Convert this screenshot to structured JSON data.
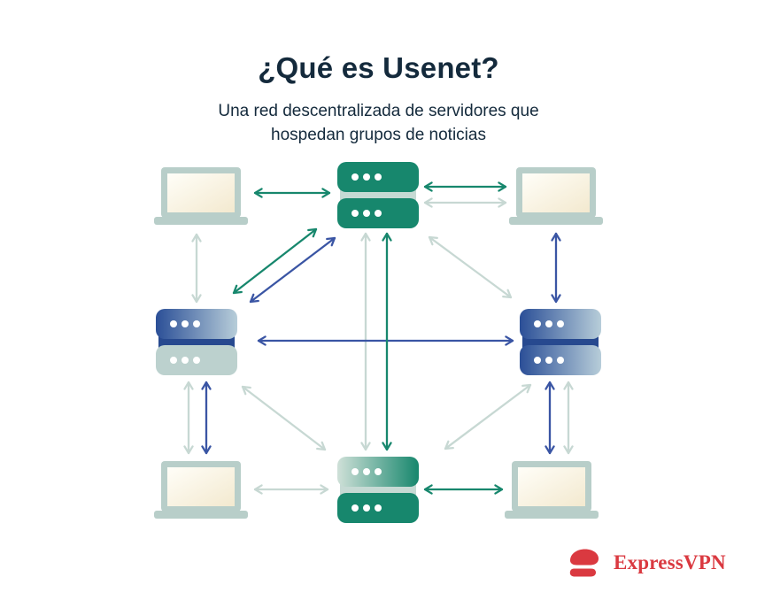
{
  "header": {
    "title": "¿Qué es Usenet?",
    "subtitle": "Una red descentralizada de servidores que hospedan grupos de noticias"
  },
  "footer": {
    "brand": "ExpressVPN"
  },
  "colors": {
    "title_text": "#142A3C",
    "green": "#17876D",
    "blue": "#3A55A4",
    "navy_band": "#27498F",
    "light_arrow": "#C7D8D3",
    "sage": "#B8CEC9",
    "band_sage": "#C6DAD4",
    "server_light_unit": "#BCD1CE",
    "blue_grad_dark": "#2B4F97",
    "blue_grad_light": "#B7CDD9",
    "green_grad_light": "#CFE0D8",
    "screen_light": "#FFFEF8",
    "screen_cream": "#F3E9CF",
    "brand_red": "#DA3940"
  },
  "diagram": {
    "nodes": [
      {
        "id": "laptop-top-left",
        "type": "laptop"
      },
      {
        "id": "server-top",
        "type": "server",
        "style": "green"
      },
      {
        "id": "laptop-top-right",
        "type": "laptop"
      },
      {
        "id": "server-left",
        "type": "server",
        "style": "blue-over-light"
      },
      {
        "id": "server-right",
        "type": "server",
        "style": "blue-gradient"
      },
      {
        "id": "laptop-bottom-left",
        "type": "laptop"
      },
      {
        "id": "server-bottom",
        "type": "server",
        "style": "light-over-green"
      },
      {
        "id": "laptop-bottom-right",
        "type": "laptop"
      }
    ],
    "links": [
      {
        "from": "laptop-top-left",
        "to": "server-top",
        "color": "green",
        "bidirectional": true
      },
      {
        "from": "server-top",
        "to": "laptop-top-right",
        "color": "green",
        "bidirectional": true
      },
      {
        "from": "server-top",
        "to": "laptop-top-right",
        "color": "light",
        "bidirectional": true
      },
      {
        "from": "laptop-top-left",
        "to": "server-left",
        "color": "light",
        "bidirectional": true
      },
      {
        "from": "laptop-top-right",
        "to": "server-right",
        "color": "blue",
        "bidirectional": true
      },
      {
        "from": "server-left",
        "to": "server-top",
        "color": "green",
        "bidirectional": true
      },
      {
        "from": "server-left",
        "to": "server-top",
        "color": "blue",
        "bidirectional": true
      },
      {
        "from": "server-top",
        "to": "server-right",
        "color": "light",
        "bidirectional": true
      },
      {
        "from": "server-top",
        "to": "server-bottom",
        "color": "light",
        "bidirectional": true
      },
      {
        "from": "server-top",
        "to": "server-bottom",
        "color": "green",
        "bidirectional": true
      },
      {
        "from": "server-left",
        "to": "server-right",
        "color": "blue",
        "bidirectional": true
      },
      {
        "from": "server-left",
        "to": "laptop-bottom-left",
        "color": "light",
        "bidirectional": true
      },
      {
        "from": "server-left",
        "to": "laptop-bottom-left",
        "color": "blue",
        "bidirectional": true
      },
      {
        "from": "server-left",
        "to": "server-bottom",
        "color": "light",
        "bidirectional": true
      },
      {
        "from": "server-bottom",
        "to": "server-right",
        "color": "light",
        "bidirectional": true
      },
      {
        "from": "server-right",
        "to": "laptop-bottom-right",
        "color": "blue",
        "bidirectional": true
      },
      {
        "from": "server-right",
        "to": "laptop-bottom-right",
        "color": "light",
        "bidirectional": true
      },
      {
        "from": "laptop-bottom-left",
        "to": "server-bottom",
        "color": "light",
        "bidirectional": true
      },
      {
        "from": "server-bottom",
        "to": "laptop-bottom-right",
        "color": "green",
        "bidirectional": true
      }
    ]
  }
}
